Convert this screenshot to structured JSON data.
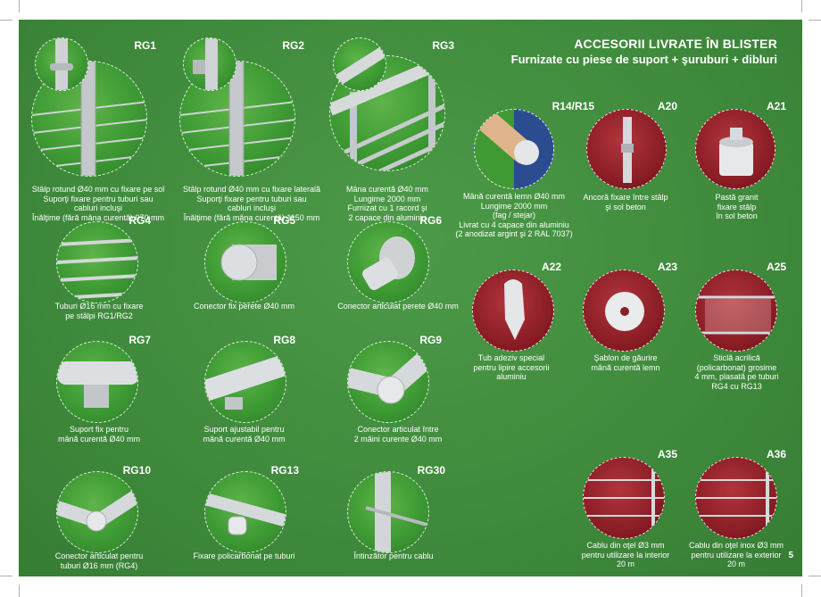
{
  "header": {
    "title": "ACCESORII LIVRATE ÎN BLISTER",
    "subtitle": "Furnizate cu piese de suport + şuruburi + dibluri"
  },
  "page_number": "5",
  "colors": {
    "background": "#3f8a3c",
    "green_product": "#3e9a34",
    "red_product": "#8c1e26"
  },
  "items": {
    "rg1": {
      "code": "RG1",
      "caption": [
        "Stâlp rotund Ø40 mm cu fixare pe sol",
        "Suporţi fixare pentru tuburi sau",
        "cabluri incluşi",
        "Înălţime (fără mâna curentă) 970 mm"
      ]
    },
    "rg2": {
      "code": "RG2",
      "caption": [
        "Stâlp rotund Ø40 mm cu fixare laterală",
        "Suporţi fixare pentru tuburi sau",
        "cabluri incluşi",
        "Înălţime (fără mâna curentă) 1150 mm"
      ]
    },
    "rg3": {
      "code": "RG3",
      "caption": [
        "Mâna curentă Ø40 mm",
        "Lungime 2000 mm",
        "Furnizat cu 1 racord şi",
        "2 capace din aluminiu"
      ]
    },
    "r14": {
      "code": "R14/R15",
      "caption": [
        "Mână curentă lemn Ø40 mm",
        "Lungime 2000 mm",
        "(fag / stejar)",
        "Livrat cu 4 capace din aluminiu",
        "(2 anodizat argint şi 2 RAL 7037)"
      ]
    },
    "a20": {
      "code": "A20",
      "caption": [
        "Ancoră fixare între stâlp",
        "şi sol beton"
      ]
    },
    "a21": {
      "code": "A21",
      "caption": [
        "Pastă granit",
        "fixare stâlp",
        "în sol beton"
      ]
    },
    "rg4": {
      "code": "RG4",
      "caption": [
        "Tuburi Ø16 mm cu fixare",
        "pe stâlpi RG1/RG2"
      ]
    },
    "rg5": {
      "code": "RG5",
      "caption": [
        "Conector fix perete Ø40 mm"
      ]
    },
    "rg6": {
      "code": "RG6",
      "caption": [
        "Conector articulat perete Ø40 mm"
      ]
    },
    "a22": {
      "code": "A22",
      "caption": [
        "Tub adeziv special",
        "pentru lipire accesorii",
        "aluminiu"
      ]
    },
    "a23": {
      "code": "A23",
      "caption": [
        "Şablon de găurire",
        "mână curentă lemn"
      ]
    },
    "a25": {
      "code": "A25",
      "caption": [
        "Sticlă acrilică",
        "(policarbonat) grosime",
        "4 mm, plasată pe tuburi",
        "RG4 cu RG13"
      ]
    },
    "rg7": {
      "code": "RG7",
      "caption": [
        "Suport fix pentru",
        "mână curentă Ø40 mm"
      ]
    },
    "rg8": {
      "code": "RG8",
      "caption": [
        "Suport ajustabil pentru",
        "mână curentă Ø40 mm"
      ]
    },
    "rg9": {
      "code": "RG9",
      "caption": [
        "Conector articulat între",
        "2 mâini curente Ø40 mm"
      ]
    },
    "rg10": {
      "code": "RG10",
      "caption": [
        "Conector articulat pentru",
        "tuburi Ø16 mm (RG4)"
      ]
    },
    "rg13": {
      "code": "RG13",
      "caption": [
        "Fixare policarbonat pe tuburi"
      ]
    },
    "rg30": {
      "code": "RG30",
      "caption": [
        "Întinzător pentru cablu"
      ]
    },
    "a35": {
      "code": "A35",
      "caption": [
        "Cablu din oţel  Ø3 mm",
        "pentru utilizare la interior",
        "20 m"
      ]
    },
    "a36": {
      "code": "A36",
      "caption": [
        "Cablu din oţel inox  Ø3 mm",
        "pentru utilizare la exterior",
        "20 m"
      ]
    }
  }
}
